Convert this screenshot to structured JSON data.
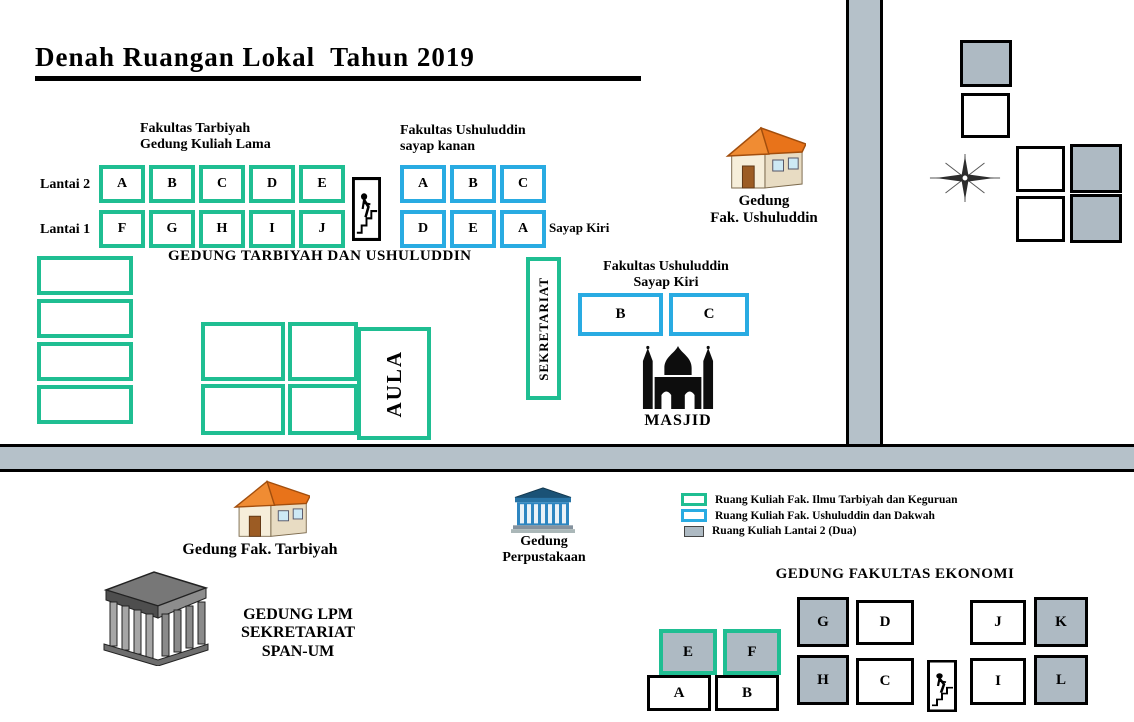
{
  "title": "Denah Ruangan Lokal  Tahun 2019",
  "colors": {
    "green": "#1FBE92",
    "blue": "#29ABE2",
    "gray_fill": "#AEBAC3",
    "road": "#B5C1C9"
  },
  "tarbiyah_block": {
    "heading_line1": "Fakultas Tarbiyah",
    "heading_line2": "Gedung Kuliah Lama",
    "floor2_label": "Lantai 2",
    "floor1_label": "Lantai 1",
    "floor2_rooms": [
      "A",
      "B",
      "C",
      "D",
      "E"
    ],
    "floor1_rooms": [
      "F",
      "G",
      "H",
      "I",
      "J"
    ]
  },
  "ushuluddin_right_block": {
    "heading_line1": "Fakultas Ushuluddin",
    "heading_line2": "sayap kanan",
    "row1_rooms": [
      "A",
      "B",
      "C"
    ],
    "row2_rooms": [
      "D",
      "E",
      "A"
    ],
    "side_label": "Sayap Kiri"
  },
  "gedung_caption": "GEDUNG TARBIYAH DAN USHULUDDIN",
  "aula_label": "AULA",
  "sekretariat_label": "SEKRETARIAT",
  "ushuluddin_left_block": {
    "heading_line1": "Fakultas Ushuluddin",
    "heading_line2": "Sayap Kiri",
    "rooms": [
      "B",
      "C"
    ]
  },
  "masjid_label": "MASJID",
  "gedung_ushuluddin": {
    "line1": "Gedung",
    "line2": "Fak. Ushuluddin"
  },
  "gedung_tarbiyah_label": "Gedung Fak. Tarbiyah",
  "gedung_perpustakaan": {
    "line1": "Gedung",
    "line2": "Perpustakaan"
  },
  "legend": {
    "items": [
      {
        "swatch": "green",
        "label": "Ruang Kuliah Fak. Ilmu Tarbiyah dan Keguruan"
      },
      {
        "swatch": "blue",
        "label": "Ruang Kuliah Fak. Ushuluddin dan Dakwah"
      },
      {
        "swatch": "gray",
        "label": "Ruang Kuliah Lantai 2 (Dua)"
      }
    ]
  },
  "lpm": {
    "line1": "GEDUNG LPM",
    "line2": "SEKRETARIAT",
    "line3": "SPAN-UM"
  },
  "ekonomi": {
    "title": "GEDUNG FAKULTAS EKONOMI",
    "green_rooms": [
      "E",
      "F"
    ],
    "bottom_left_rooms": [
      "A",
      "B"
    ],
    "mid_top_rooms": [
      "G",
      "D"
    ],
    "mid_bottom_rooms": [
      "H",
      "C"
    ],
    "right_top_rooms": [
      "J",
      "K"
    ],
    "right_bottom_rooms": [
      "I",
      "L"
    ]
  }
}
